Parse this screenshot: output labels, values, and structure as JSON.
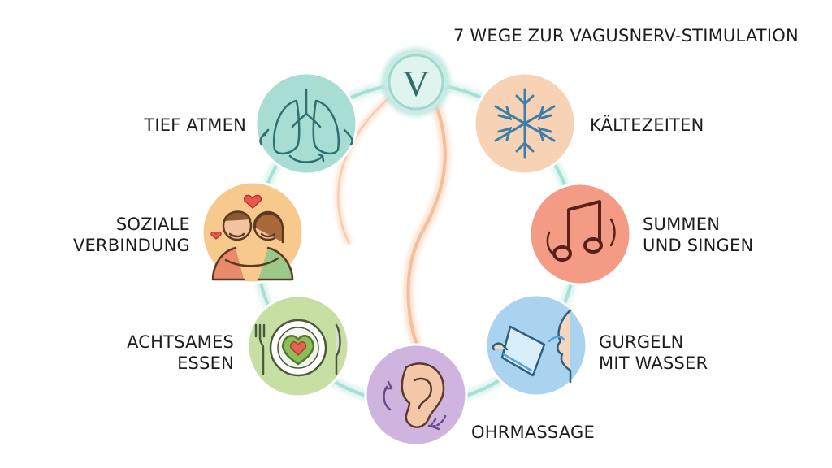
{
  "title": "7 WEGE ZUR VAGUSNERV-STIMULATION",
  "center_symbol": "V",
  "colors": {
    "ring": "#bfe8e0",
    "nerve": "#f5c8a8",
    "breathing": "#a8ddd3",
    "cold": "#f7d2b4",
    "humming": "#f39b84",
    "social": "#f7c98d",
    "gargle": "#a9d3ef",
    "eating": "#c7dfa3",
    "ear": "#cfb4e0"
  },
  "methods": {
    "breathing": {
      "line1": "TIEF ATMEN",
      "line2": "",
      "icon": "lungs-icon"
    },
    "cold": {
      "line1": "KÄLTEZEITEN",
      "line2": "",
      "icon": "snowflake-icon"
    },
    "humming": {
      "line1": "SUMMEN",
      "line2": "UND SINGEN",
      "icon": "music-note-icon"
    },
    "social": {
      "line1": "SOZIALE",
      "line2": "VERBINDUNG",
      "icon": "hugging-people-icon"
    },
    "gargle": {
      "line1": "GURGELN",
      "line2": "MIT WASSER",
      "icon": "drinking-glass-icon"
    },
    "eating": {
      "line1": "ACHTSAMES",
      "line2": "ESSEN",
      "icon": "plate-heart-icon"
    },
    "ear": {
      "line1": "OHRMASSAGE",
      "line2": "",
      "icon": "ear-icon"
    }
  }
}
